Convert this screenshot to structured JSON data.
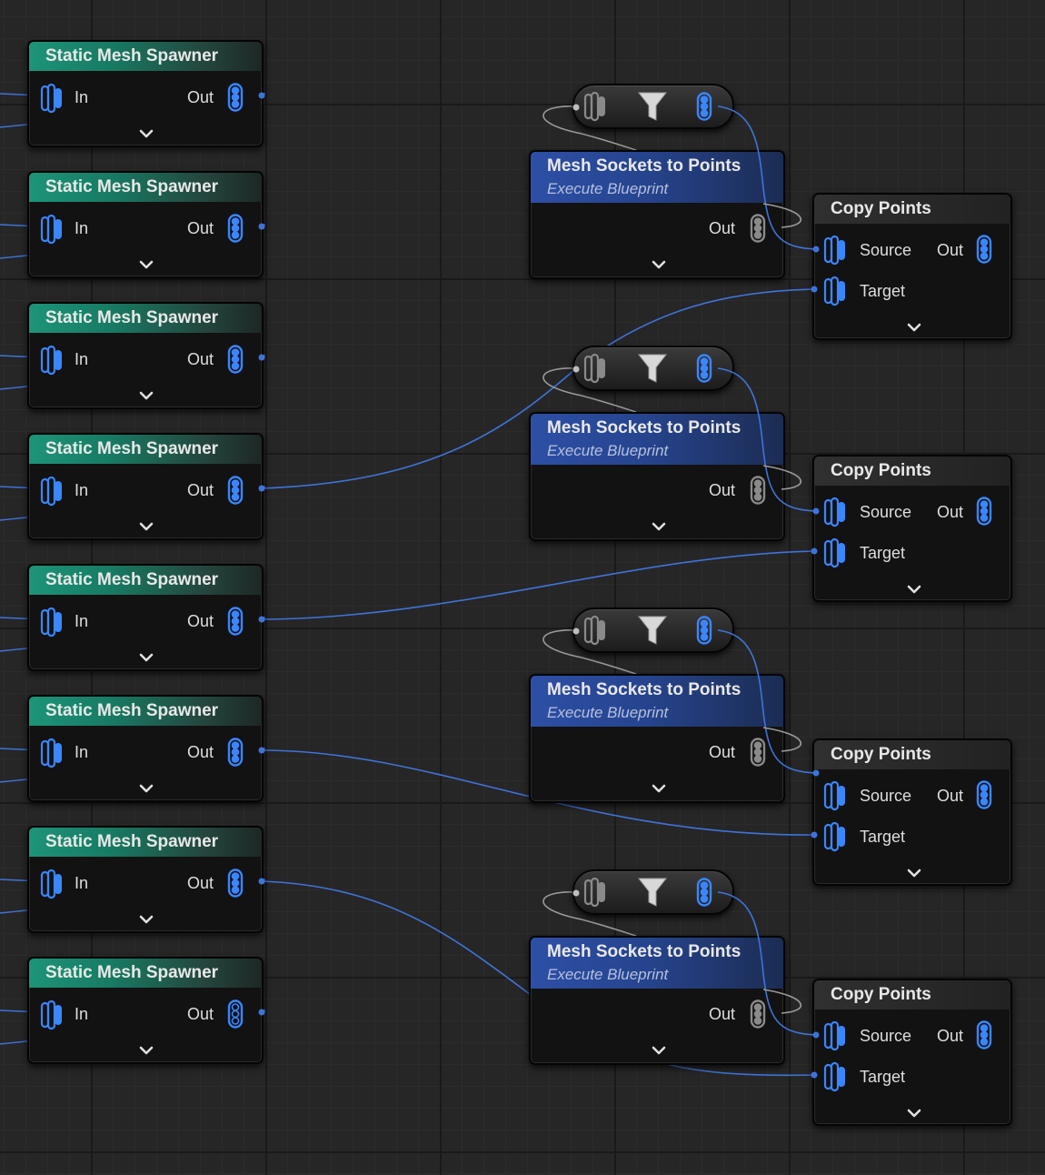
{
  "graph": {
    "spawner_nodes": [
      {
        "title": "Static Mesh Spawner",
        "in_label": "In",
        "out_label": "Out"
      },
      {
        "title": "Static Mesh Spawner",
        "in_label": "In",
        "out_label": "Out"
      },
      {
        "title": "Static Mesh Spawner",
        "in_label": "In",
        "out_label": "Out"
      },
      {
        "title": "Static Mesh Spawner",
        "in_label": "In",
        "out_label": "Out"
      },
      {
        "title": "Static Mesh Spawner",
        "in_label": "In",
        "out_label": "Out"
      },
      {
        "title": "Static Mesh Spawner",
        "in_label": "In",
        "out_label": "Out"
      },
      {
        "title": "Static Mesh Spawner",
        "in_label": "In",
        "out_label": "Out"
      },
      {
        "title": "Static Mesh Spawner",
        "in_label": "In",
        "out_label": "Out"
      }
    ],
    "mesh_sockets_nodes": [
      {
        "title": "Mesh Sockets to Points",
        "subtitle": "Execute Blueprint",
        "out_label": "Out"
      },
      {
        "title": "Mesh Sockets to Points",
        "subtitle": "Execute Blueprint",
        "out_label": "Out"
      },
      {
        "title": "Mesh Sockets to Points",
        "subtitle": "Execute Blueprint",
        "out_label": "Out"
      },
      {
        "title": "Mesh Sockets to Points",
        "subtitle": "Execute Blueprint",
        "out_label": "Out"
      }
    ],
    "copy_points_nodes": [
      {
        "title": "Copy Points",
        "source_label": "Source",
        "target_label": "Target",
        "out_label": "Out"
      },
      {
        "title": "Copy Points",
        "source_label": "Source",
        "target_label": "Target",
        "out_label": "Out"
      },
      {
        "title": "Copy Points",
        "source_label": "Source",
        "target_label": "Target",
        "out_label": "Out"
      },
      {
        "title": "Copy Points",
        "source_label": "Source",
        "target_label": "Target",
        "out_label": "Out"
      }
    ],
    "filter_nodes": [
      {
        "icon": "funnel-icon"
      },
      {
        "icon": "funnel-icon"
      },
      {
        "icon": "funnel-icon"
      },
      {
        "icon": "funnel-icon"
      }
    ]
  },
  "colors": {
    "background": "#262626",
    "grid_major": "#1a1a1a",
    "spawner_header": "#1d9478",
    "mesh_sockets_header": "#2d4fa6",
    "copy_points_header": "#303030",
    "pin_blue": "#3a86ff",
    "pin_gray": "#8a8a8a",
    "wire_blue": "#3f73d8",
    "wire_gray": "#9a9a9a"
  },
  "icons": {
    "input_pin": "points-input-pin-icon",
    "output_pin": "points-output-pin-icon",
    "expand": "chevron-down-icon",
    "filter": "funnel-icon"
  }
}
